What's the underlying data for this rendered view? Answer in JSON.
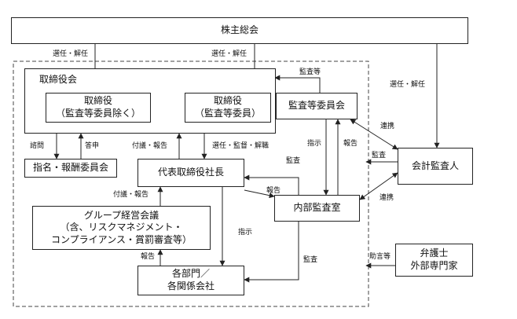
{
  "nodes": {
    "shareholders": "株主総会",
    "board": "取締役会",
    "directors": "取締役\n（監査等委員除く）",
    "directors_ac": "取締役\n（監査等委員）",
    "audit_committee": "監査等委員会",
    "auditor": "会計監査人",
    "nomination": "指名・報酬委員会",
    "president": "代表取締役社長",
    "internal_audit": "内部監査室",
    "group_meeting": "グループ経営会議\n（含、リスクマネジメント・\nコンプライアンス・賞罰審査等）",
    "departments": "各部門／\n各関係会社",
    "lawyer": "弁護士\n外部専門家"
  },
  "edges": {
    "elect1": "選任・解任",
    "elect2": "選任・解任",
    "elect3": "選任・解任",
    "audit_top": "監査等",
    "consult": "諮問",
    "answer": "答申",
    "report_board": "付議・報告",
    "elect_supervise": "選任・監督・解職",
    "instruct1": "指示",
    "report1": "報告",
    "cooperate1": "連携",
    "audit_ext": "監査",
    "audit_mid": "監査",
    "report_mid": "報告",
    "cooperate2": "連携",
    "report_group": "付議・報告",
    "instruct2": "指示",
    "report_dept": "報告",
    "audit_dept": "監査",
    "advice": "助言等"
  }
}
